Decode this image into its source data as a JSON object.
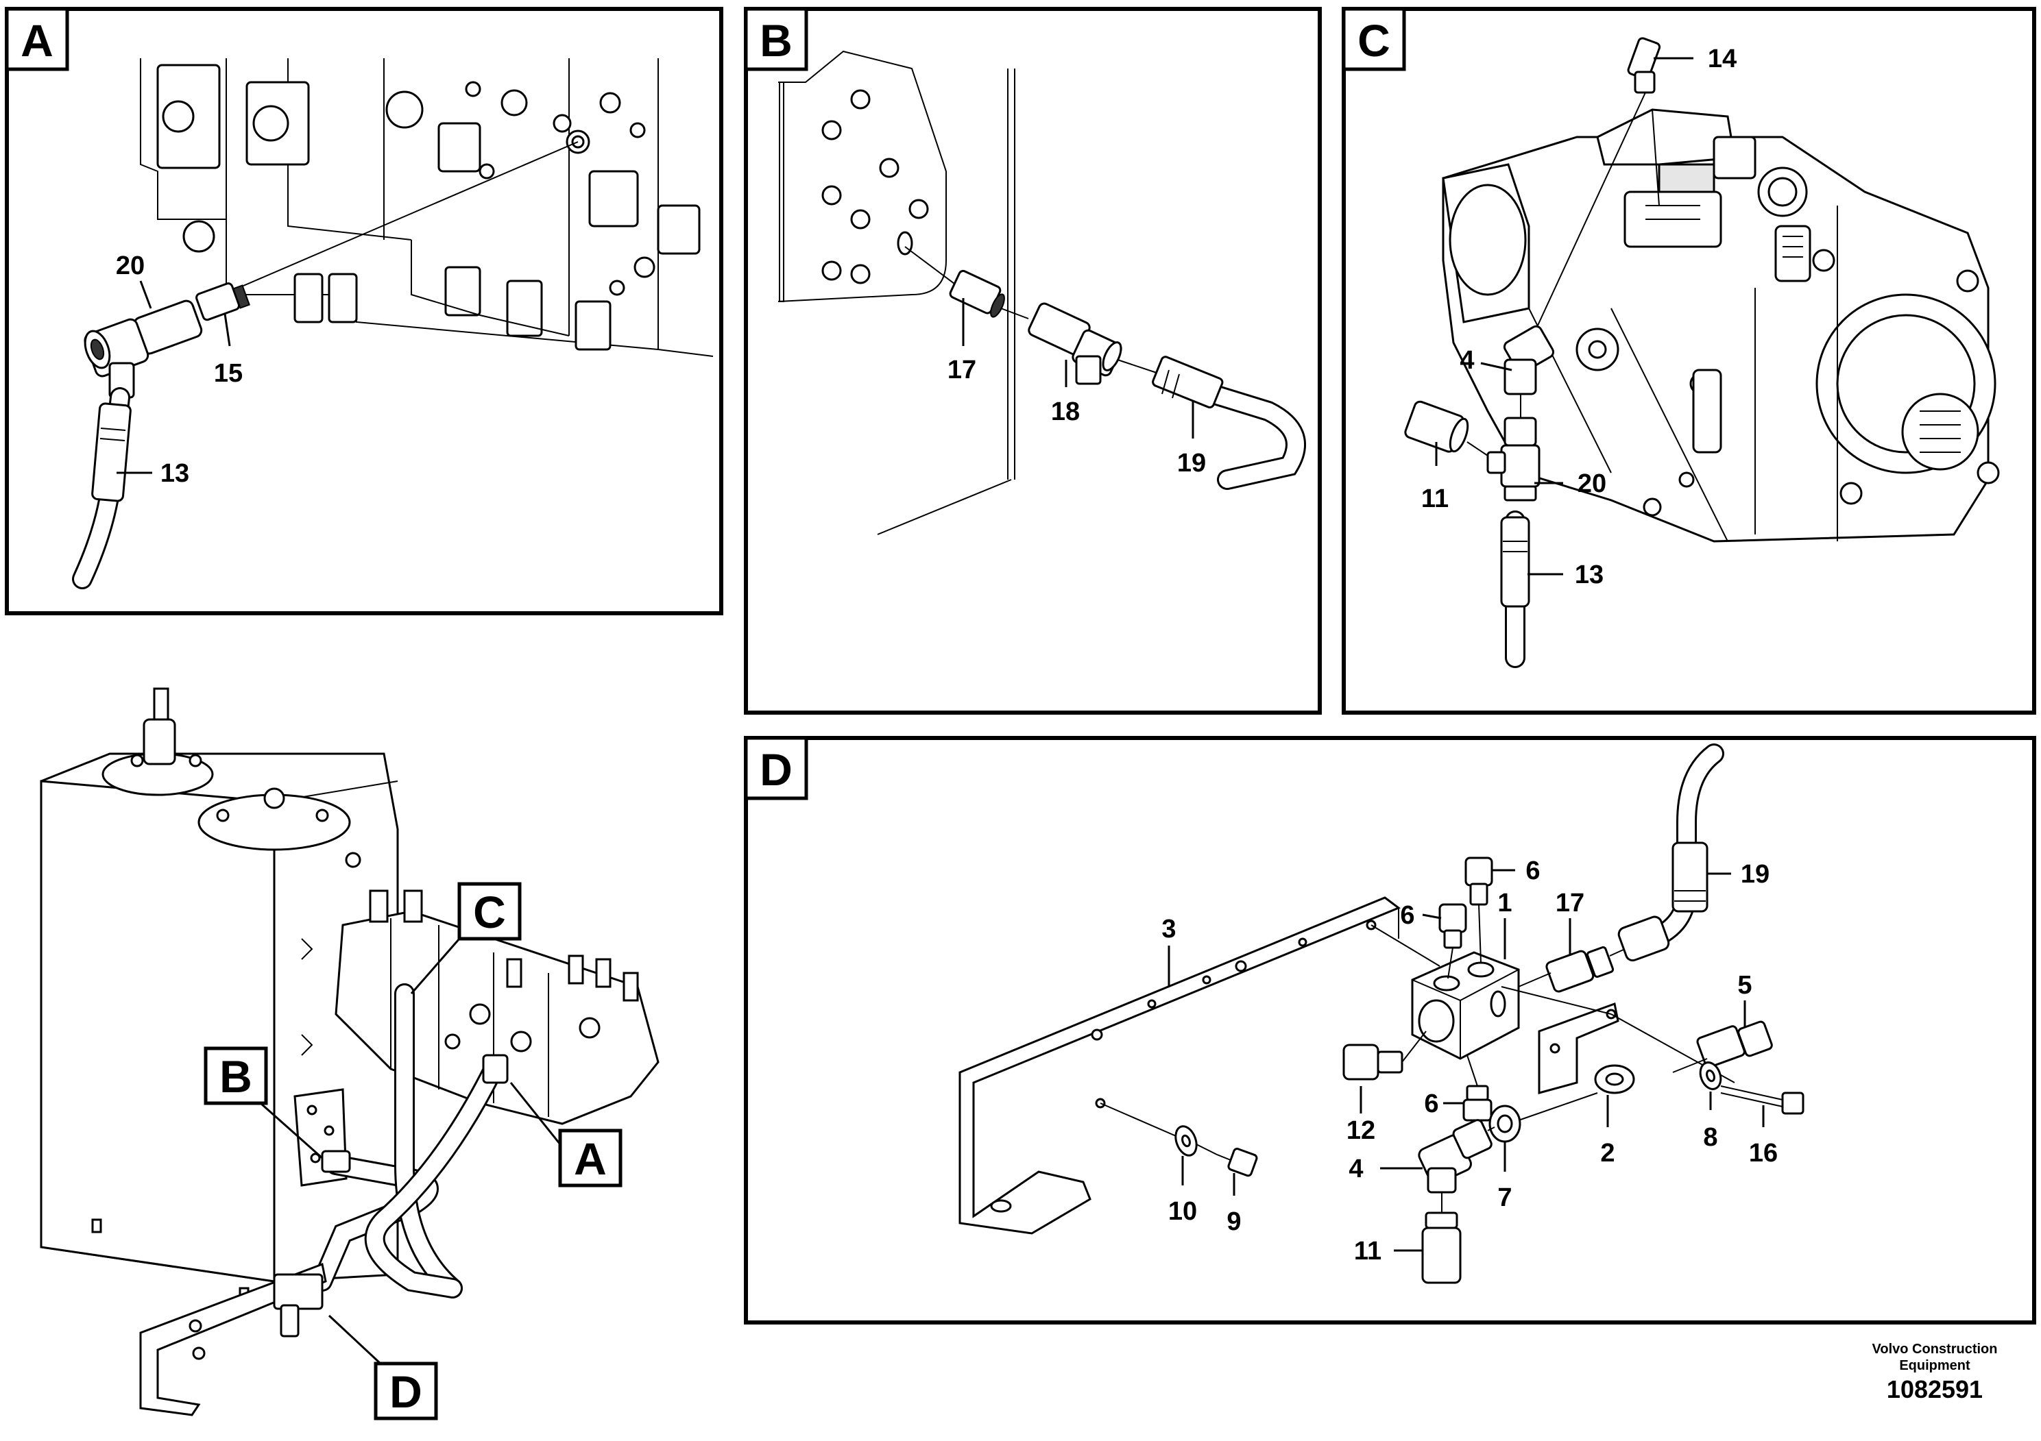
{
  "panels": {
    "A": {
      "label": "A",
      "callouts": [
        {
          "id": "a20",
          "text": "20"
        },
        {
          "id": "a15",
          "text": "15"
        },
        {
          "id": "a13",
          "text": "13"
        }
      ]
    },
    "B": {
      "label": "B",
      "callouts": [
        {
          "id": "b17",
          "text": "17"
        },
        {
          "id": "b18",
          "text": "18"
        },
        {
          "id": "b19",
          "text": "19"
        }
      ]
    },
    "C": {
      "label": "C",
      "callouts": [
        {
          "id": "c14",
          "text": "14"
        },
        {
          "id": "c4",
          "text": "4"
        },
        {
          "id": "c11",
          "text": "11"
        },
        {
          "id": "c20",
          "text": "20"
        },
        {
          "id": "c13",
          "text": "13"
        }
      ]
    },
    "D": {
      "label": "D",
      "callouts": [
        {
          "id": "d6a",
          "text": "6"
        },
        {
          "id": "d6b",
          "text": "6"
        },
        {
          "id": "d1",
          "text": "1"
        },
        {
          "id": "d17",
          "text": "17"
        },
        {
          "id": "d19",
          "text": "19"
        },
        {
          "id": "d3",
          "text": "3"
        },
        {
          "id": "d5",
          "text": "5"
        },
        {
          "id": "d12",
          "text": "12"
        },
        {
          "id": "d6c",
          "text": "6"
        },
        {
          "id": "d2",
          "text": "2"
        },
        {
          "id": "d8",
          "text": "8"
        },
        {
          "id": "d16",
          "text": "16"
        },
        {
          "id": "d4",
          "text": "4"
        },
        {
          "id": "d7",
          "text": "7"
        },
        {
          "id": "d10",
          "text": "10"
        },
        {
          "id": "d9",
          "text": "9"
        },
        {
          "id": "d11",
          "text": "11"
        }
      ]
    }
  },
  "overview": {
    "badges": [
      "B",
      "C",
      "A",
      "D"
    ]
  },
  "footer": {
    "company_line1": "Volvo Construction",
    "company_line2": "Equipment",
    "drawing_number": "1082591"
  }
}
